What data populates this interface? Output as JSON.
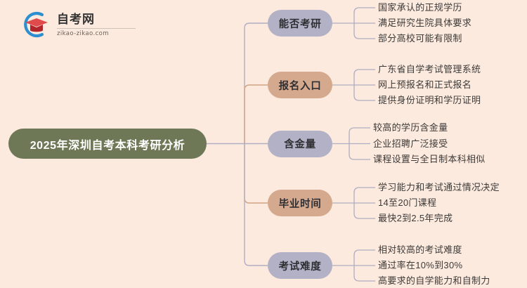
{
  "logo": {
    "name": "zikao-logo",
    "title": "自考网",
    "domain": "zikao-zikao.com",
    "mark_icon": "graduation-cap-icon"
  },
  "colors": {
    "background": "#fdeade",
    "root_fill": "#6e7857",
    "root_text": "#ffffff",
    "branch_purple": "#b3b1c6",
    "branch_tan": "#d5a98e",
    "wire_purple": "#b0aec3",
    "wire_tan": "#d2a184",
    "leaf_text": "#3c3a38"
  },
  "diagram": {
    "type": "mind-map",
    "root": {
      "label": "2025年深圳自考本科考研分析"
    },
    "branches": [
      {
        "label": "能否考研",
        "color": "#b3b1c6",
        "style": "purple",
        "leaves": [
          "国家承认的正规学历",
          "满足研究生院具体要求",
          "部分高校可能有限制"
        ]
      },
      {
        "label": "报名入口",
        "color": "#d5a98e",
        "style": "tan",
        "leaves": [
          "广东省自学考试管理系统",
          "网上预报名和正式报名",
          "提供身份证明和学历证明"
        ]
      },
      {
        "label": "含金量",
        "color": "#b3b1c6",
        "style": "purple",
        "leaves": [
          "较高的学历含金量",
          "企业招聘广泛接受",
          "课程设置与全日制本科相似"
        ]
      },
      {
        "label": "毕业时间",
        "color": "#d5a98e",
        "style": "tan",
        "leaves": [
          "学习能力和考试通过情况决定",
          "14至20门课程",
          "最快2到2.5年完成"
        ]
      },
      {
        "label": "考试难度",
        "color": "#b3b1c6",
        "style": "purple",
        "leaves": [
          "相对较高的考试难度",
          "通过率在10%到30%",
          "高要求的自学能力和自制力"
        ]
      }
    ]
  }
}
